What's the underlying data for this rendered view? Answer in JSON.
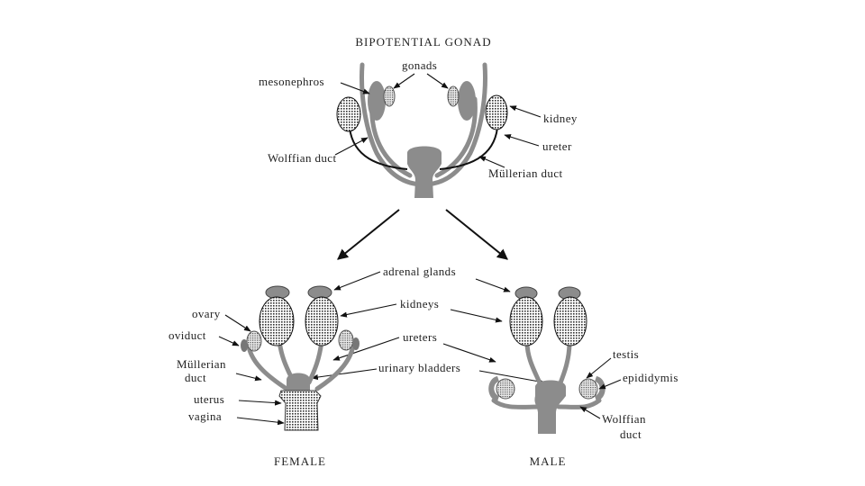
{
  "bipotential": {
    "title": "BIPOTENTIAL GONAD",
    "labels": {
      "gonads": "gonads",
      "mesonephros": "mesonephros",
      "kidney": "kidney",
      "ureter": "ureter",
      "wolffian_duct": "Wolffian duct",
      "mullerian_duct": "Müllerian duct"
    }
  },
  "shared_labels": {
    "adrenal_glands": "adrenal glands",
    "kidneys": "kidneys",
    "ureters": "ureters",
    "urinary_bladders": "urinary bladders"
  },
  "female": {
    "title": "FEMALE",
    "labels": {
      "ovary": "ovary",
      "oviduct": "oviduct",
      "mullerian_line1": "Müllerian",
      "mullerian_line2": "duct",
      "uterus": "uterus",
      "vagina": "vagina"
    }
  },
  "male": {
    "title": "MALE",
    "labels": {
      "testis": "testis",
      "epididymis": "epididymis",
      "wolffian_line1": "Wolffian",
      "wolffian_line2": "duct"
    }
  }
}
